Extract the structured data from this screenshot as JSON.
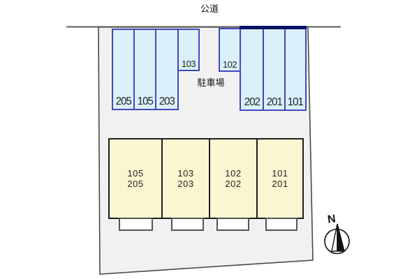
{
  "plan": {
    "road_label": "公道",
    "parking_area_label": "駐車場",
    "compass_north_label": "N"
  },
  "parking": {
    "left_spaces": [
      {
        "label": "205"
      },
      {
        "label": "105"
      },
      {
        "label": "203"
      },
      {
        "label": "103"
      }
    ],
    "right_spaces": [
      {
        "label": "102"
      },
      {
        "label": "202"
      },
      {
        "label": "201"
      },
      {
        "label": "101"
      }
    ]
  },
  "building": {
    "units": [
      {
        "line1": "105",
        "line2": "205"
      },
      {
        "line1": "103",
        "line2": "203"
      },
      {
        "line1": "102",
        "line2": "202"
      },
      {
        "line1": "101",
        "line2": "201"
      }
    ]
  },
  "colors": {
    "parking_fill": "#daf1fb",
    "parking_border": "#4646ba",
    "parking_top_bar": "#071166",
    "building_fill": "#fbf6d0",
    "building_border": "#1f1f1f",
    "plot_fill": "#f1f1f1",
    "plot_border": "#4a4a4a",
    "road_line": "#5a5a5a"
  }
}
